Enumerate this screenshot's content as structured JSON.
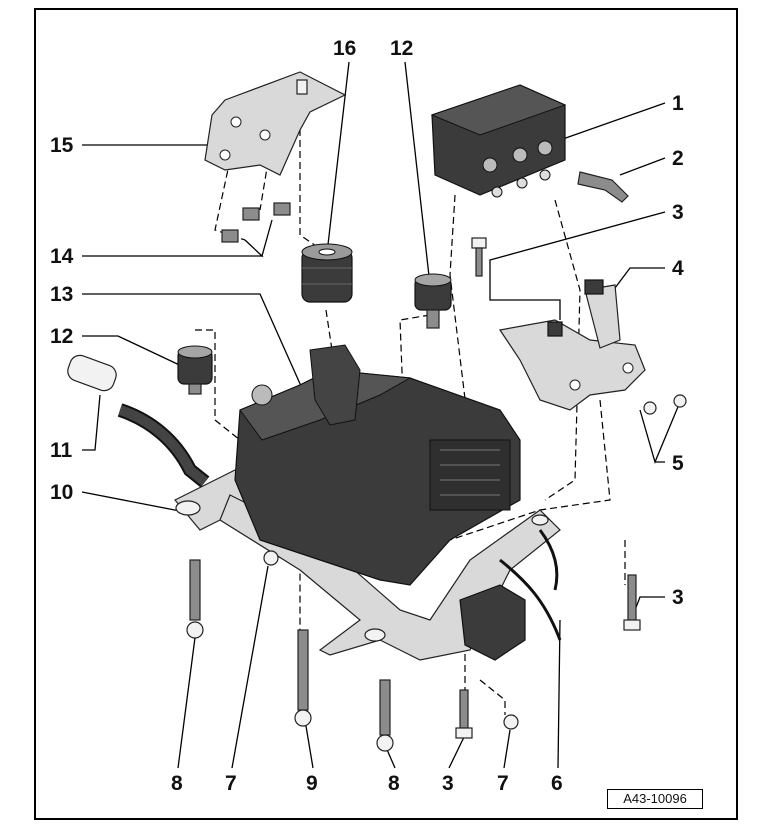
{
  "diagram": {
    "reference_code": "A43-10096",
    "callouts": [
      {
        "id": "c1",
        "text": "1"
      },
      {
        "id": "c2",
        "text": "2"
      },
      {
        "id": "c3a",
        "text": "3"
      },
      {
        "id": "c4",
        "text": "4"
      },
      {
        "id": "c5",
        "text": "5"
      },
      {
        "id": "c3b",
        "text": "3"
      },
      {
        "id": "c16",
        "text": "16"
      },
      {
        "id": "c12a",
        "text": "12"
      },
      {
        "id": "c15",
        "text": "15"
      },
      {
        "id": "c14",
        "text": "14"
      },
      {
        "id": "c13",
        "text": "13"
      },
      {
        "id": "c12b",
        "text": "12"
      },
      {
        "id": "c11",
        "text": "11"
      },
      {
        "id": "c10",
        "text": "10"
      },
      {
        "id": "c8a",
        "text": "8"
      },
      {
        "id": "c7a",
        "text": "7"
      },
      {
        "id": "c9",
        "text": "9"
      },
      {
        "id": "c8b",
        "text": "8"
      },
      {
        "id": "c3c",
        "text": "3"
      },
      {
        "id": "c7b",
        "text": "7"
      },
      {
        "id": "c6",
        "text": "6"
      }
    ]
  }
}
